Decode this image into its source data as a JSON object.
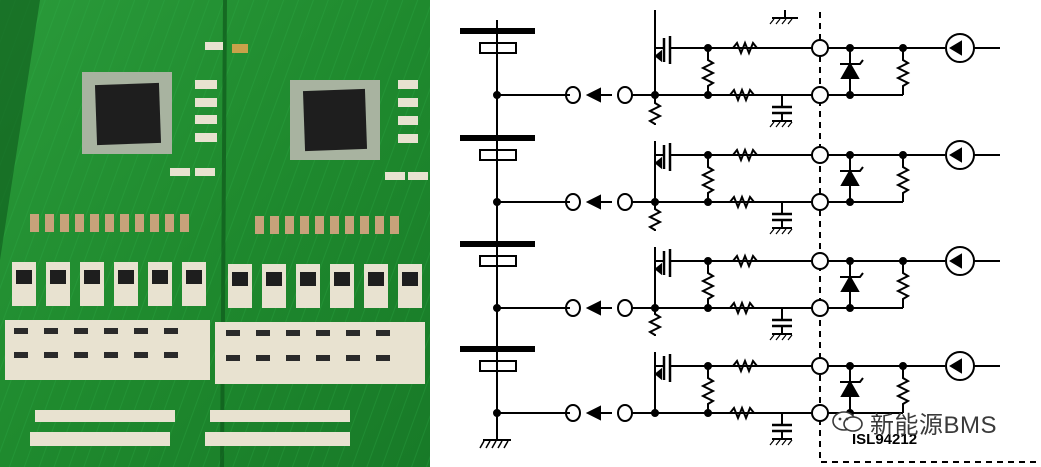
{
  "schematic": {
    "chip_label": "ISL94212"
  },
  "watermark": {
    "text": "新能源BMS",
    "icon": "wechat-icon"
  },
  "colors": {
    "pcb_green": "#1f8a2e",
    "pcb_dark": "#0f5a1c",
    "trace": "#2fb04a",
    "pad": "#e8e2d0",
    "chip": "#1e1e1e",
    "schematic_ink": "#000000"
  },
  "cell_count": 4
}
